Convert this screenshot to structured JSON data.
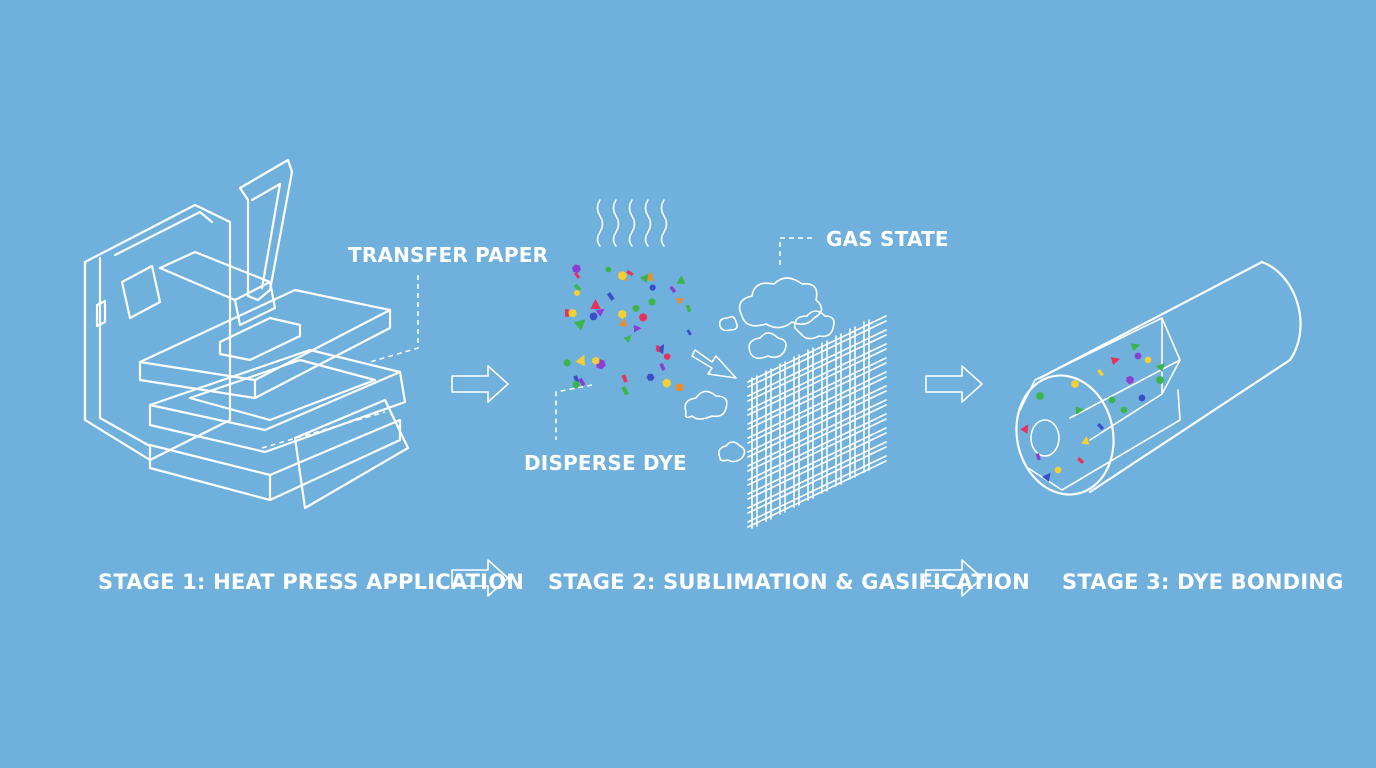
{
  "labels": {
    "transfer_paper": "TRANSFER PAPER",
    "gas_state": "GAS STATE",
    "disperse_dye": "DISPERSE DYE"
  },
  "stages": [
    {
      "label": "STAGE 1: HEAT PRESS APPLICATION"
    },
    {
      "label": "STAGE 2: SUBLIMATION & GASIFICATION"
    },
    {
      "label": "STAGE 3: DYE BONDING"
    }
  ],
  "colors": {
    "background": "#6fb0dc",
    "line": "#ffffff",
    "dye_red": "#e8315b",
    "dye_blue": "#3a4fc7",
    "dye_green": "#3bb54a",
    "dye_yellow": "#f5d033",
    "dye_orange": "#f28c28",
    "dye_purple": "#8a3fd1"
  },
  "icons": [
    "heat-press-icon",
    "arrow-right-icon",
    "dye-particles-icon",
    "steam-icon",
    "gas-cloud-icon",
    "fabric-weave-icon",
    "fiber-cylinder-icon"
  ]
}
